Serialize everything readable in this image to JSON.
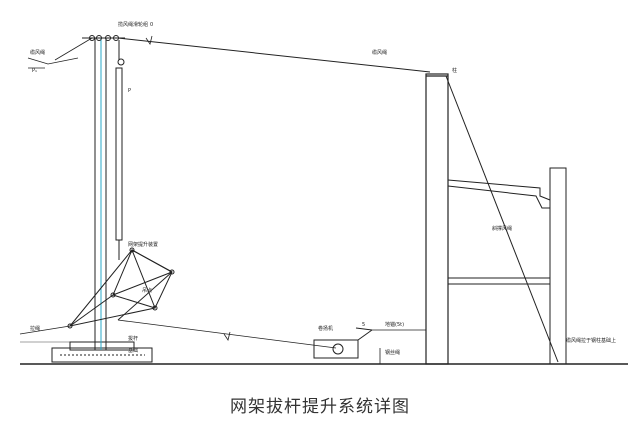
{
  "caption": "网架拔杆提升系统详图",
  "labels": {
    "top_guy_left": "缆风绳",
    "top_pulley": "揽风绳滑轮组",
    "top_right": "0",
    "anchor_p": "P₁",
    "load_p": "P",
    "main_guy": "缆风绳",
    "anchor_pillar": "柱",
    "diag_guy": "斜撑风绳",
    "lift_device": "网架提升装置",
    "node": "吊点",
    "left_guy": "拉绳",
    "base_top": "拔杆",
    "base_bot": "基础",
    "winch": "卷扬机",
    "winch_num": "5",
    "ground_note": "地锚(5t)",
    "ground_rope": "钢丝绳",
    "right_note": "缆风绳拉于钢柱基础上"
  },
  "colors": {
    "line": "#222222",
    "mast_accent": "#2aa9c9"
  }
}
